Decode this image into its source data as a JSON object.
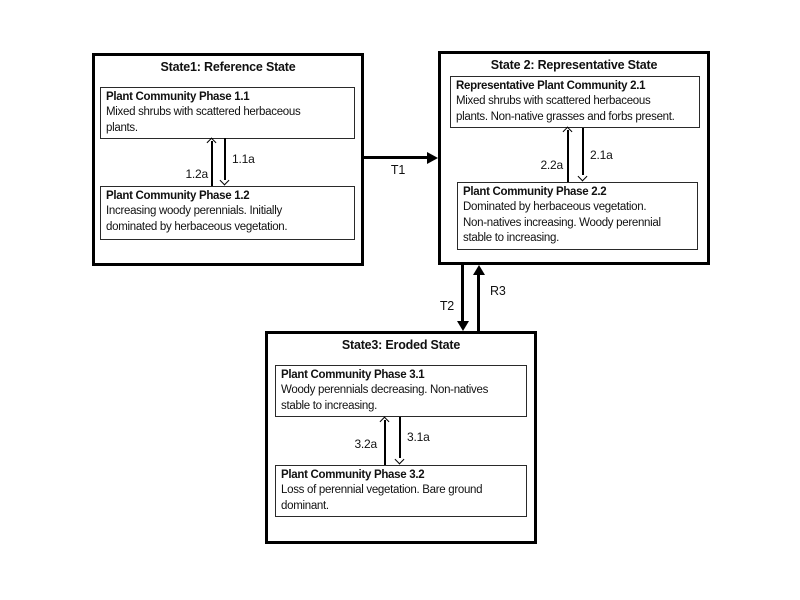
{
  "diagram": {
    "type": "state-and-transition-model",
    "background_color": "#ffffff",
    "line_color": "#000000",
    "states": [
      {
        "title": "State1: Reference State",
        "phases": [
          {
            "name": "Plant Community Phase 1.1",
            "description": "Mixed shrubs with scattered herbaceous\nplants."
          },
          {
            "name": "Plant Community Phase 1.2",
            "description": "Increasing woody perennials. Initially\ndominated by herbaceous vegetation."
          }
        ],
        "pathways": {
          "down_label": "1.1a",
          "up_label": "1.2a"
        }
      },
      {
        "title": "State 2: Representative State",
        "phases": [
          {
            "name": "Representative Plant Community 2.1",
            "description": "Mixed shrubs with scattered herbaceous\nplants. Non-native grasses and forbs present."
          },
          {
            "name": "Plant Community Phase 2.2",
            "description": "Dominated by herbaceous vegetation.\nNon-natives increasing. Woody perennial\nstable to increasing."
          }
        ],
        "pathways": {
          "down_label": "2.1a",
          "up_label": "2.2a"
        }
      },
      {
        "title": "State3: Eroded State",
        "phases": [
          {
            "name": "Plant Community Phase 3.1",
            "description": "Woody perennials decreasing. Non-natives\nstable to increasing."
          },
          {
            "name": "Plant Community Phase 3.2",
            "description": "Loss of perennial vegetation. Bare ground\ndominant."
          }
        ],
        "pathways": {
          "down_label": "3.1a",
          "up_label": "3.2a"
        }
      }
    ],
    "transitions": [
      {
        "label": "T1",
        "from": "State1: Reference State",
        "to": "State 2: Representative State",
        "direction": "right"
      },
      {
        "label": "T2",
        "from": "State 2: Representative State",
        "to": "State3: Eroded State",
        "direction": "down"
      },
      {
        "label": "R3",
        "from": "State3: Eroded State",
        "to": "State 2: Representative State",
        "direction": "up"
      }
    ]
  }
}
